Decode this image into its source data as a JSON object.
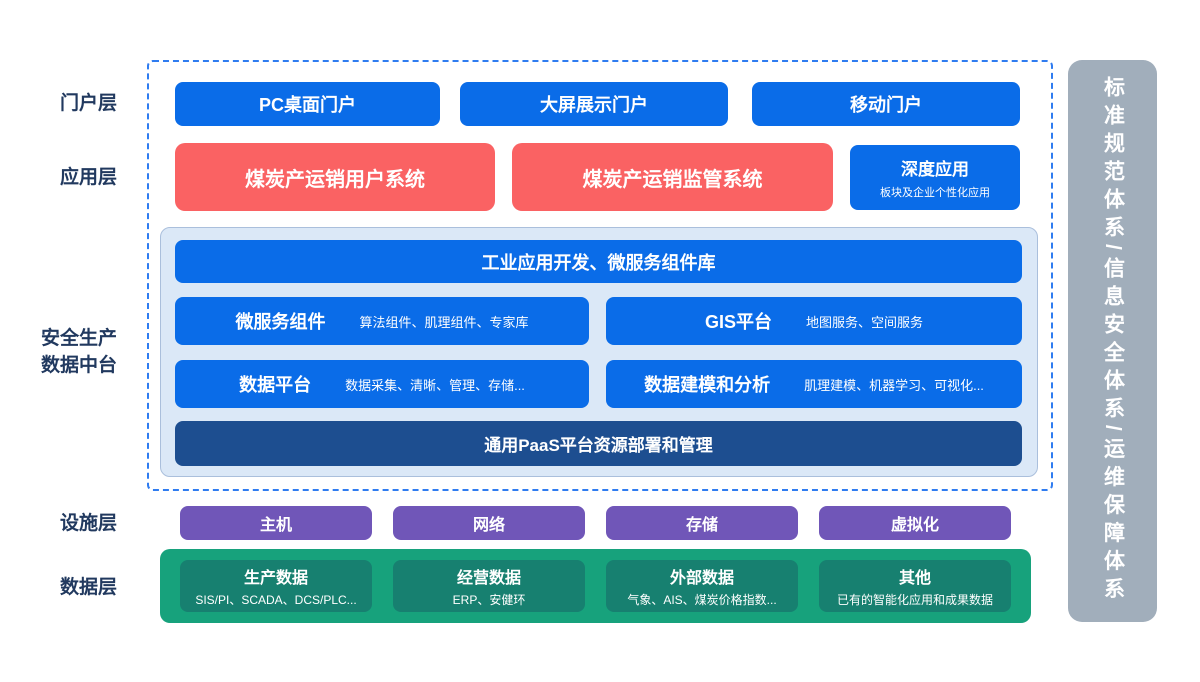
{
  "layers": {
    "portal": {
      "label": "门户层",
      "items": [
        "PC桌面门户",
        "大屏展示门户",
        "移动门户"
      ]
    },
    "application": {
      "label": "应用层",
      "items": [
        {
          "title": "煤炭产运销用户系统"
        },
        {
          "title": "煤炭产运销监管系统"
        },
        {
          "title": "深度应用",
          "subtitle": "板块及企业个性化应用"
        }
      ]
    },
    "middle_platform": {
      "label_line1": "安全生产",
      "label_line2": "数据中台",
      "top_bar": "工业应用开发、微服务组件库",
      "components": [
        {
          "title": "微服务组件",
          "subtitle": "算法组件、肌理组件、专家库"
        },
        {
          "title": "GIS平台",
          "subtitle": "地图服务、空间服务"
        },
        {
          "title": "数据平台",
          "subtitle": "数据采集、清晰、管理、存储..."
        },
        {
          "title": "数据建模和分析",
          "subtitle": "肌理建模、机器学习、可视化..."
        }
      ],
      "bottom_bar": "通用PaaS平台资源部署和管理"
    },
    "facility": {
      "label": "设施层",
      "items": [
        "主机",
        "网络",
        "存储",
        "虚拟化"
      ]
    },
    "data": {
      "label": "数据层",
      "items": [
        {
          "title": "生产数据",
          "subtitle": "SIS/PI、SCADA、DCS/PLC..."
        },
        {
          "title": "经营数据",
          "subtitle": "ERP、安健环"
        },
        {
          "title": "外部数据",
          "subtitle": "气象、AIS、煤炭价格指数..."
        },
        {
          "title": "其他",
          "subtitle": "已有的智能化应用和成果数据"
        }
      ]
    }
  },
  "sidebar": {
    "text": "标准规范体系/信息安全体系/运维保障体系"
  },
  "colors": {
    "primary_blue": "#0a6ce8",
    "accent_red": "#fa6263",
    "deep_blue": "#1d4e90",
    "purple": "#7056b8",
    "teal_outer": "#17a27c",
    "teal_inner": "#178070",
    "panel_light_blue": "#dbe8f7",
    "dashed_border": "#2f7cf0",
    "sidebar_gray": "#a1aebb",
    "label_navy": "#21395f"
  }
}
